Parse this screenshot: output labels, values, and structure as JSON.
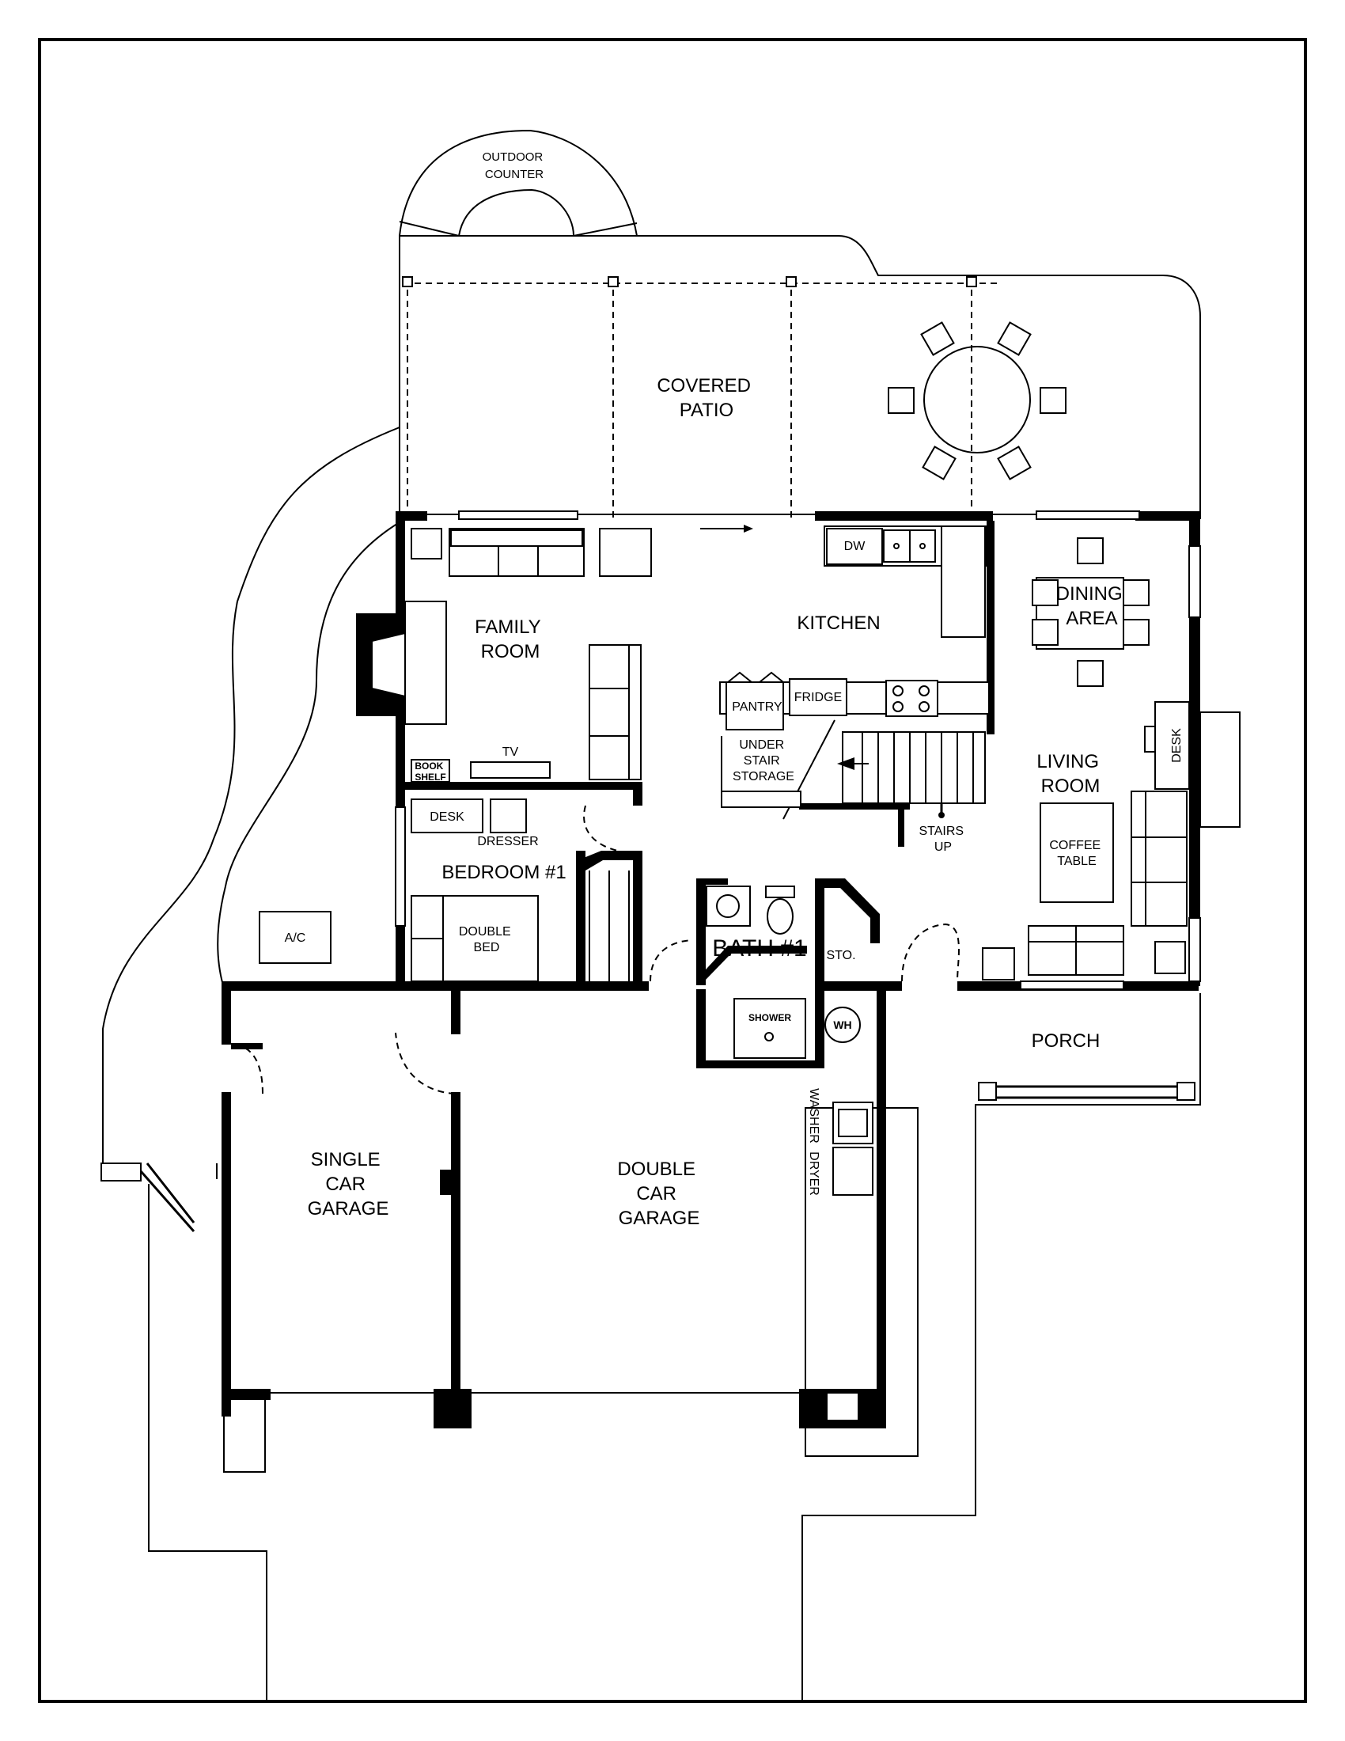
{
  "rooms": {
    "outdoor_counter": [
      "OUTDOOR",
      "COUNTER"
    ],
    "covered_patio": [
      "COVERED",
      "PATIO"
    ],
    "family_room": [
      "FAMILY",
      "ROOM"
    ],
    "kitchen": "KITCHEN",
    "dining_area": [
      "DINING",
      "AREA"
    ],
    "living_room": [
      "LIVING",
      "ROOM"
    ],
    "bedroom_1": "BEDROOM #1",
    "bath_1": "BATH #1",
    "porch": "PORCH",
    "single_car_garage": [
      "SINGLE",
      "CAR",
      "GARAGE"
    ],
    "double_car_garage": [
      "DOUBLE",
      "CAR",
      "GARAGE"
    ]
  },
  "fixtures": {
    "dw": "DW",
    "pantry": "PANTRY",
    "fridge": "FRIDGE",
    "under_stair_storage": [
      "UNDER",
      "STAIR",
      "STORAGE"
    ],
    "stairs_up": [
      "STAIRS",
      "UP"
    ],
    "tv": "TV",
    "book_shelf": [
      "BOOK",
      "SHELF"
    ],
    "desk": "DESK",
    "dresser": "DRESSER",
    "double_bed": [
      "DOUBLE",
      "BED"
    ],
    "coffee_table": [
      "COFFEE",
      "TABLE"
    ],
    "living_desk": "DESK",
    "shower": "SHOWER",
    "wh": "WH",
    "sto": "STO.",
    "washer": "WASHER",
    "dryer": "DRYER",
    "ac": "A/C"
  }
}
